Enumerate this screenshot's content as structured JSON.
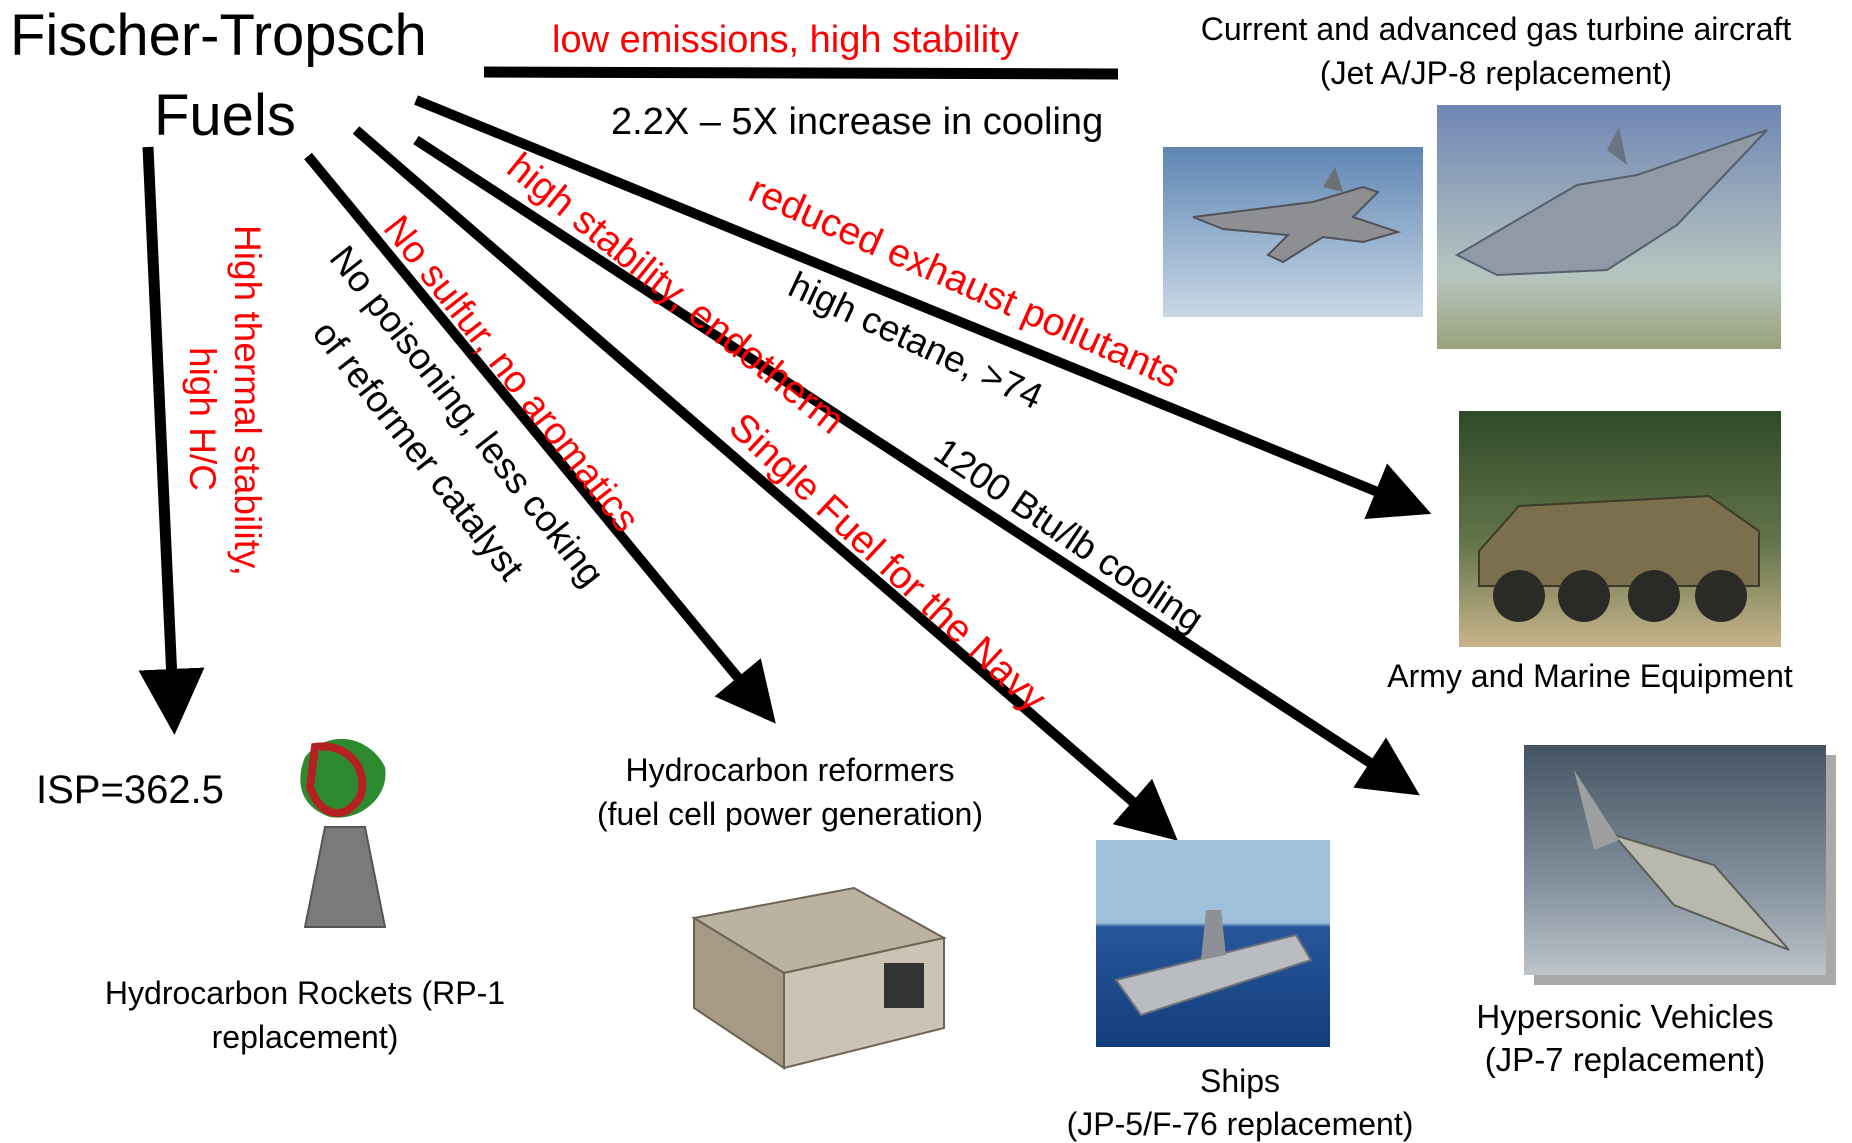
{
  "source": {
    "title_line1": "Fischer-Tropsch",
    "title_line2": "Fuels"
  },
  "edge_labels": {
    "low_emissions": "low emissions, high stability",
    "cooling_increase": "2.2X – 5X increase in cooling",
    "reduced_exhaust": "reduced exhaust pollutants",
    "high_cetane": "high cetane, >74",
    "high_stability_endotherm": "high stability, endotherm",
    "btu_cooling": "1200 Btu/lb cooling",
    "single_fuel": "Single Fuel for the Navy",
    "no_sulfur": "No sulfur, no aromatics",
    "no_poisoning_line1": "No poisoning, less coking",
    "no_poisoning_line2": "of reformer catalyst",
    "thermal_line1": "High thermal stability,",
    "thermal_line2": "high H/C",
    "isp": "ISP=362.5"
  },
  "targets": {
    "aircraft_line1": "Current and advanced gas turbine aircraft",
    "aircraft_line2": "(Jet A/JP-8 replacement)",
    "army": "Army and Marine Equipment",
    "hypersonic_line1": "Hypersonic Vehicles",
    "hypersonic_line2": "(JP-7 replacement)",
    "ships_line1": "Ships",
    "ships_line2": "(JP-5/F-76 replacement)",
    "reformers_line1": "Hydrocarbon reformers",
    "reformers_line2": "(fuel cell power generation)",
    "rockets_line1": "Hydrocarbon Rockets (RP-1",
    "rockets_line2": "replacement)"
  },
  "colors": {
    "label_red": "#ff0000",
    "text": "#000000",
    "arrow": "#000000"
  }
}
